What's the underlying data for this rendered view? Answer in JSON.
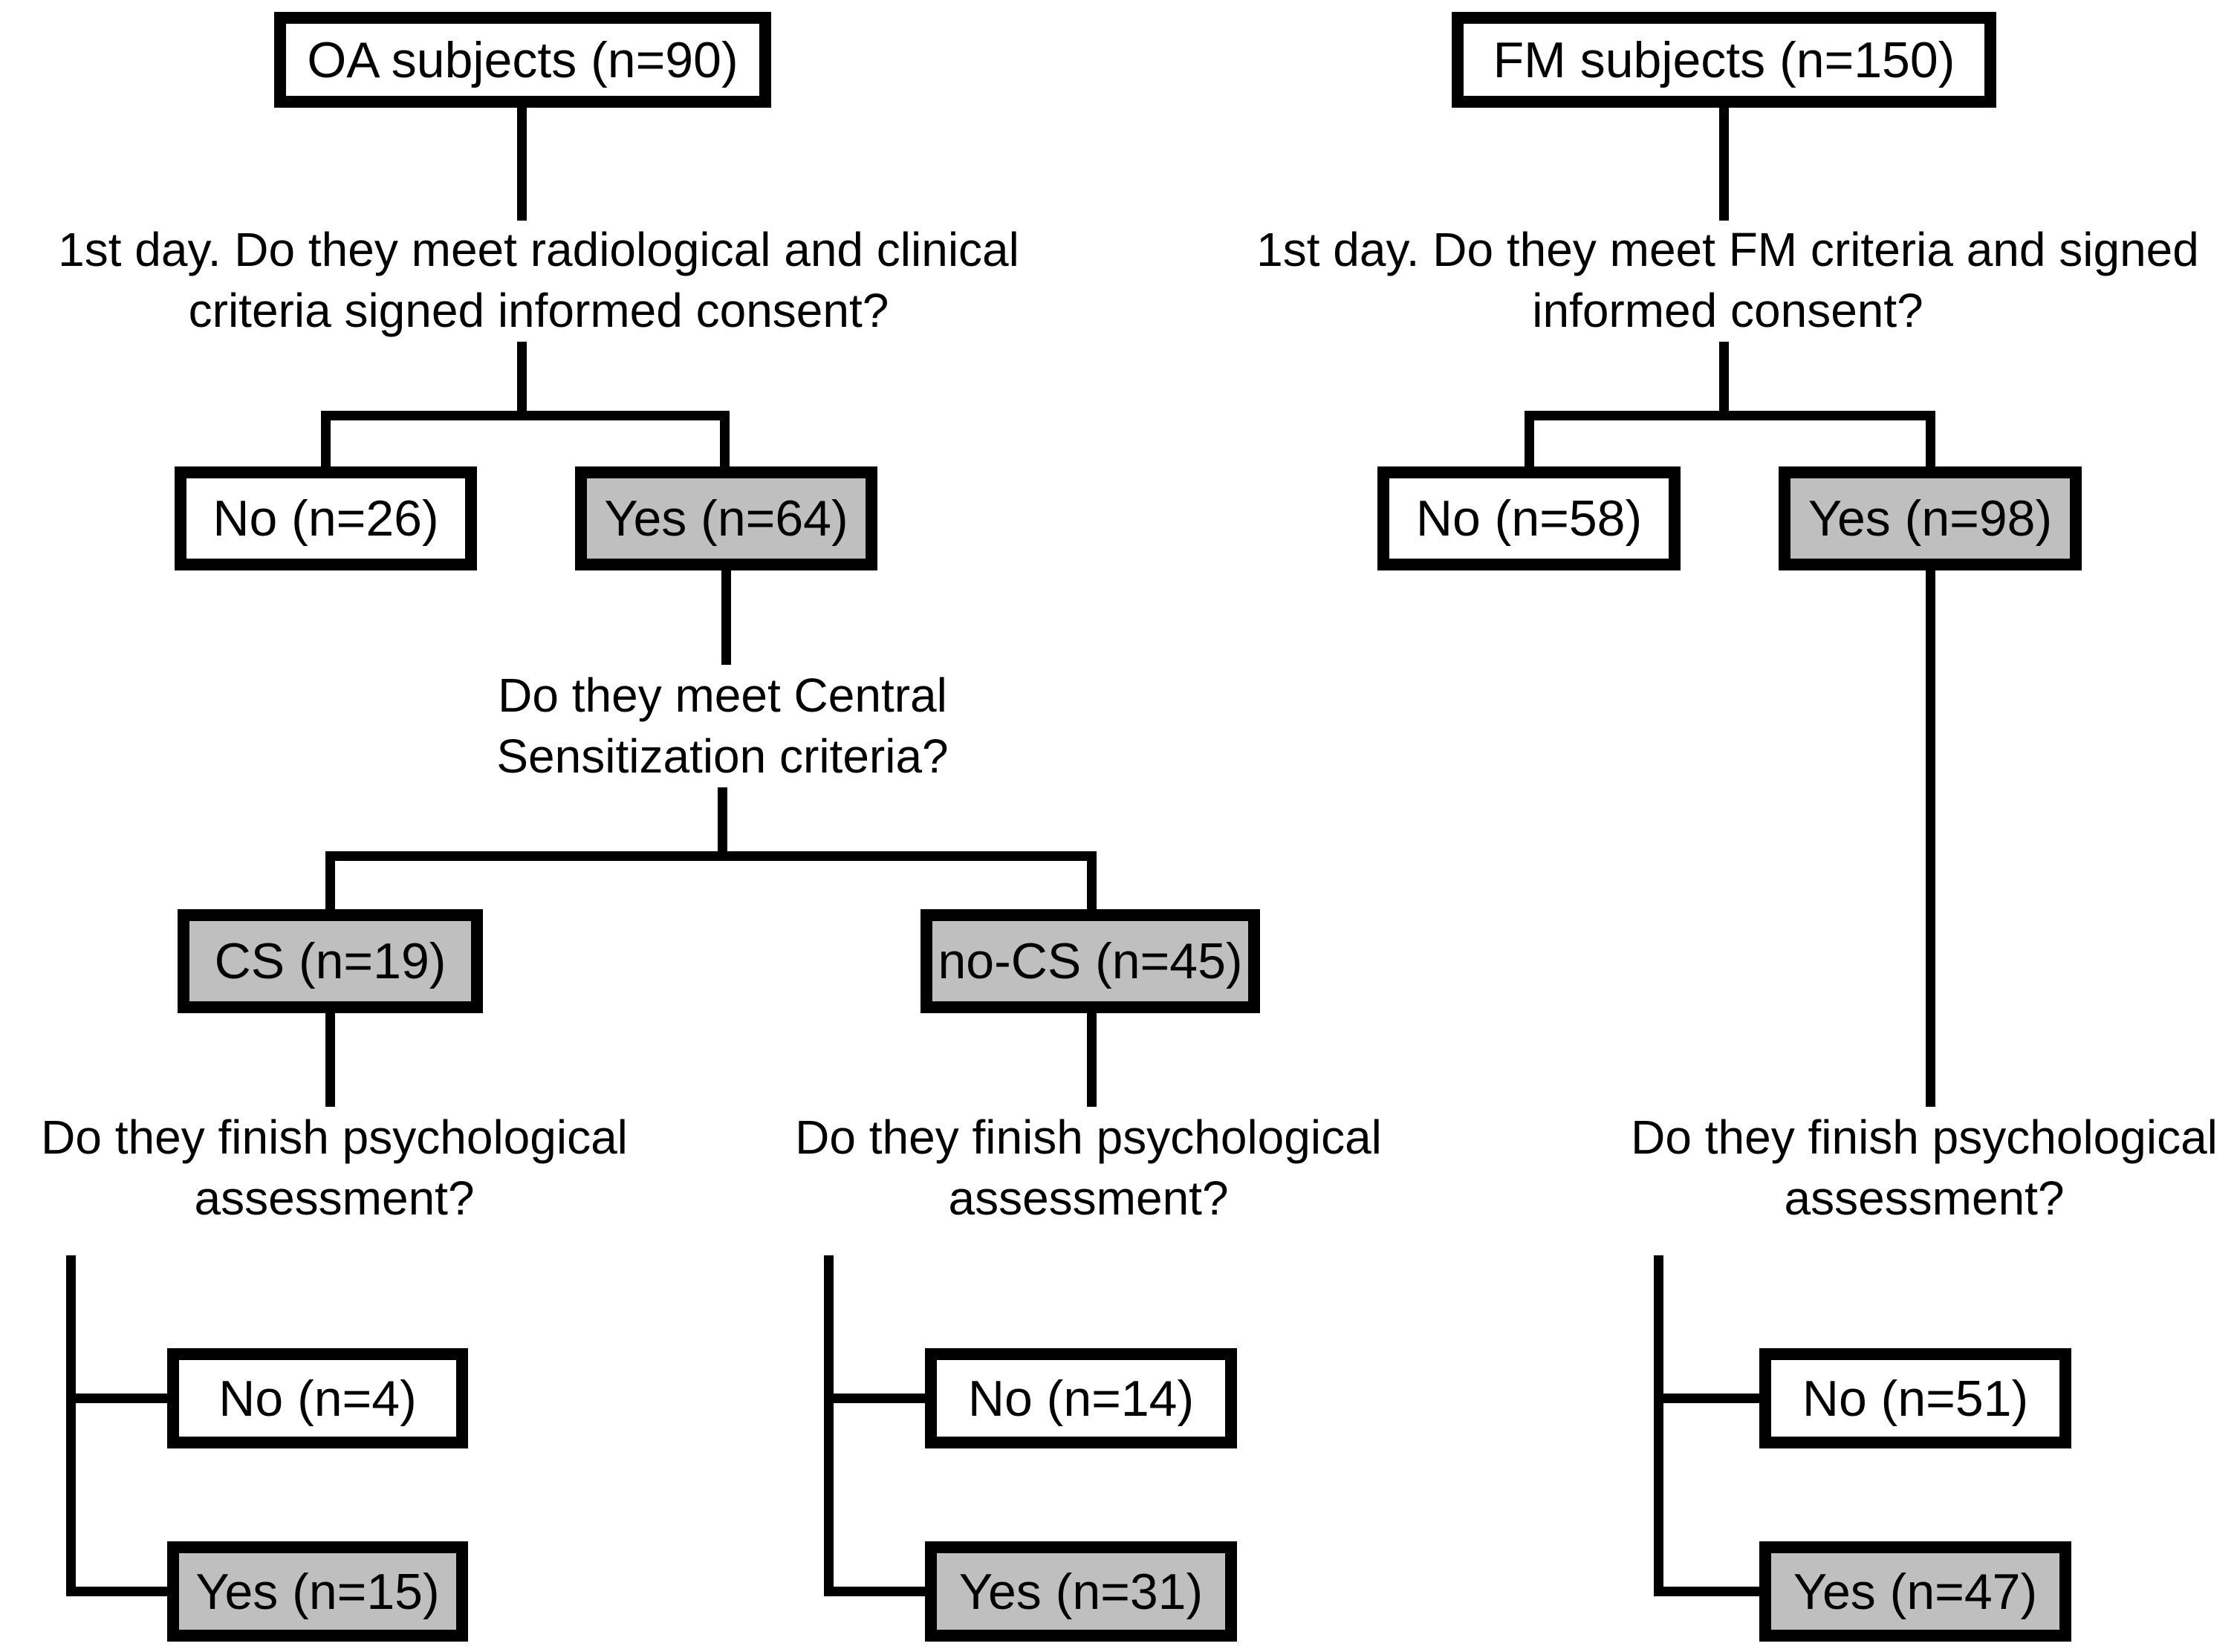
{
  "diagram_type": "study-recruitment-flowchart",
  "colors": {
    "highlight_fill": "#bfbfbf",
    "plain_fill": "#ffffff",
    "stroke": "#000000"
  },
  "oa": {
    "root": "OA subjects (n=90)",
    "q_consent": [
      "1st day. Do they meet radiological and clinical",
      "criteria signed informed consent?"
    ],
    "no": "No (n=26)",
    "yes": "Yes (n=64)",
    "q_cs": [
      "Do they meet Central",
      "Sensitization criteria?"
    ],
    "cs": {
      "label": "CS (n=19)",
      "q_psych": [
        "Do they finish psychological",
        "assessment?"
      ],
      "no": "No (n=4)",
      "yes": "Yes (n=15)"
    },
    "no_cs": {
      "label": "no-CS (n=45)",
      "q_psych": [
        "Do they finish psychological",
        "assessment?"
      ],
      "no": "No (n=14)",
      "yes": "Yes (n=31)"
    }
  },
  "fm": {
    "root": "FM subjects (n=150)",
    "q_consent": [
      "1st day. Do they meet FM criteria and signed",
      "informed consent?"
    ],
    "no": "No (n=58)",
    "yes": "Yes (n=98)",
    "q_psych": [
      "Do they finish psychological",
      "assessment?"
    ],
    "no_assessment": "No (n=51)",
    "yes_assessment": "Yes (n=47)"
  }
}
